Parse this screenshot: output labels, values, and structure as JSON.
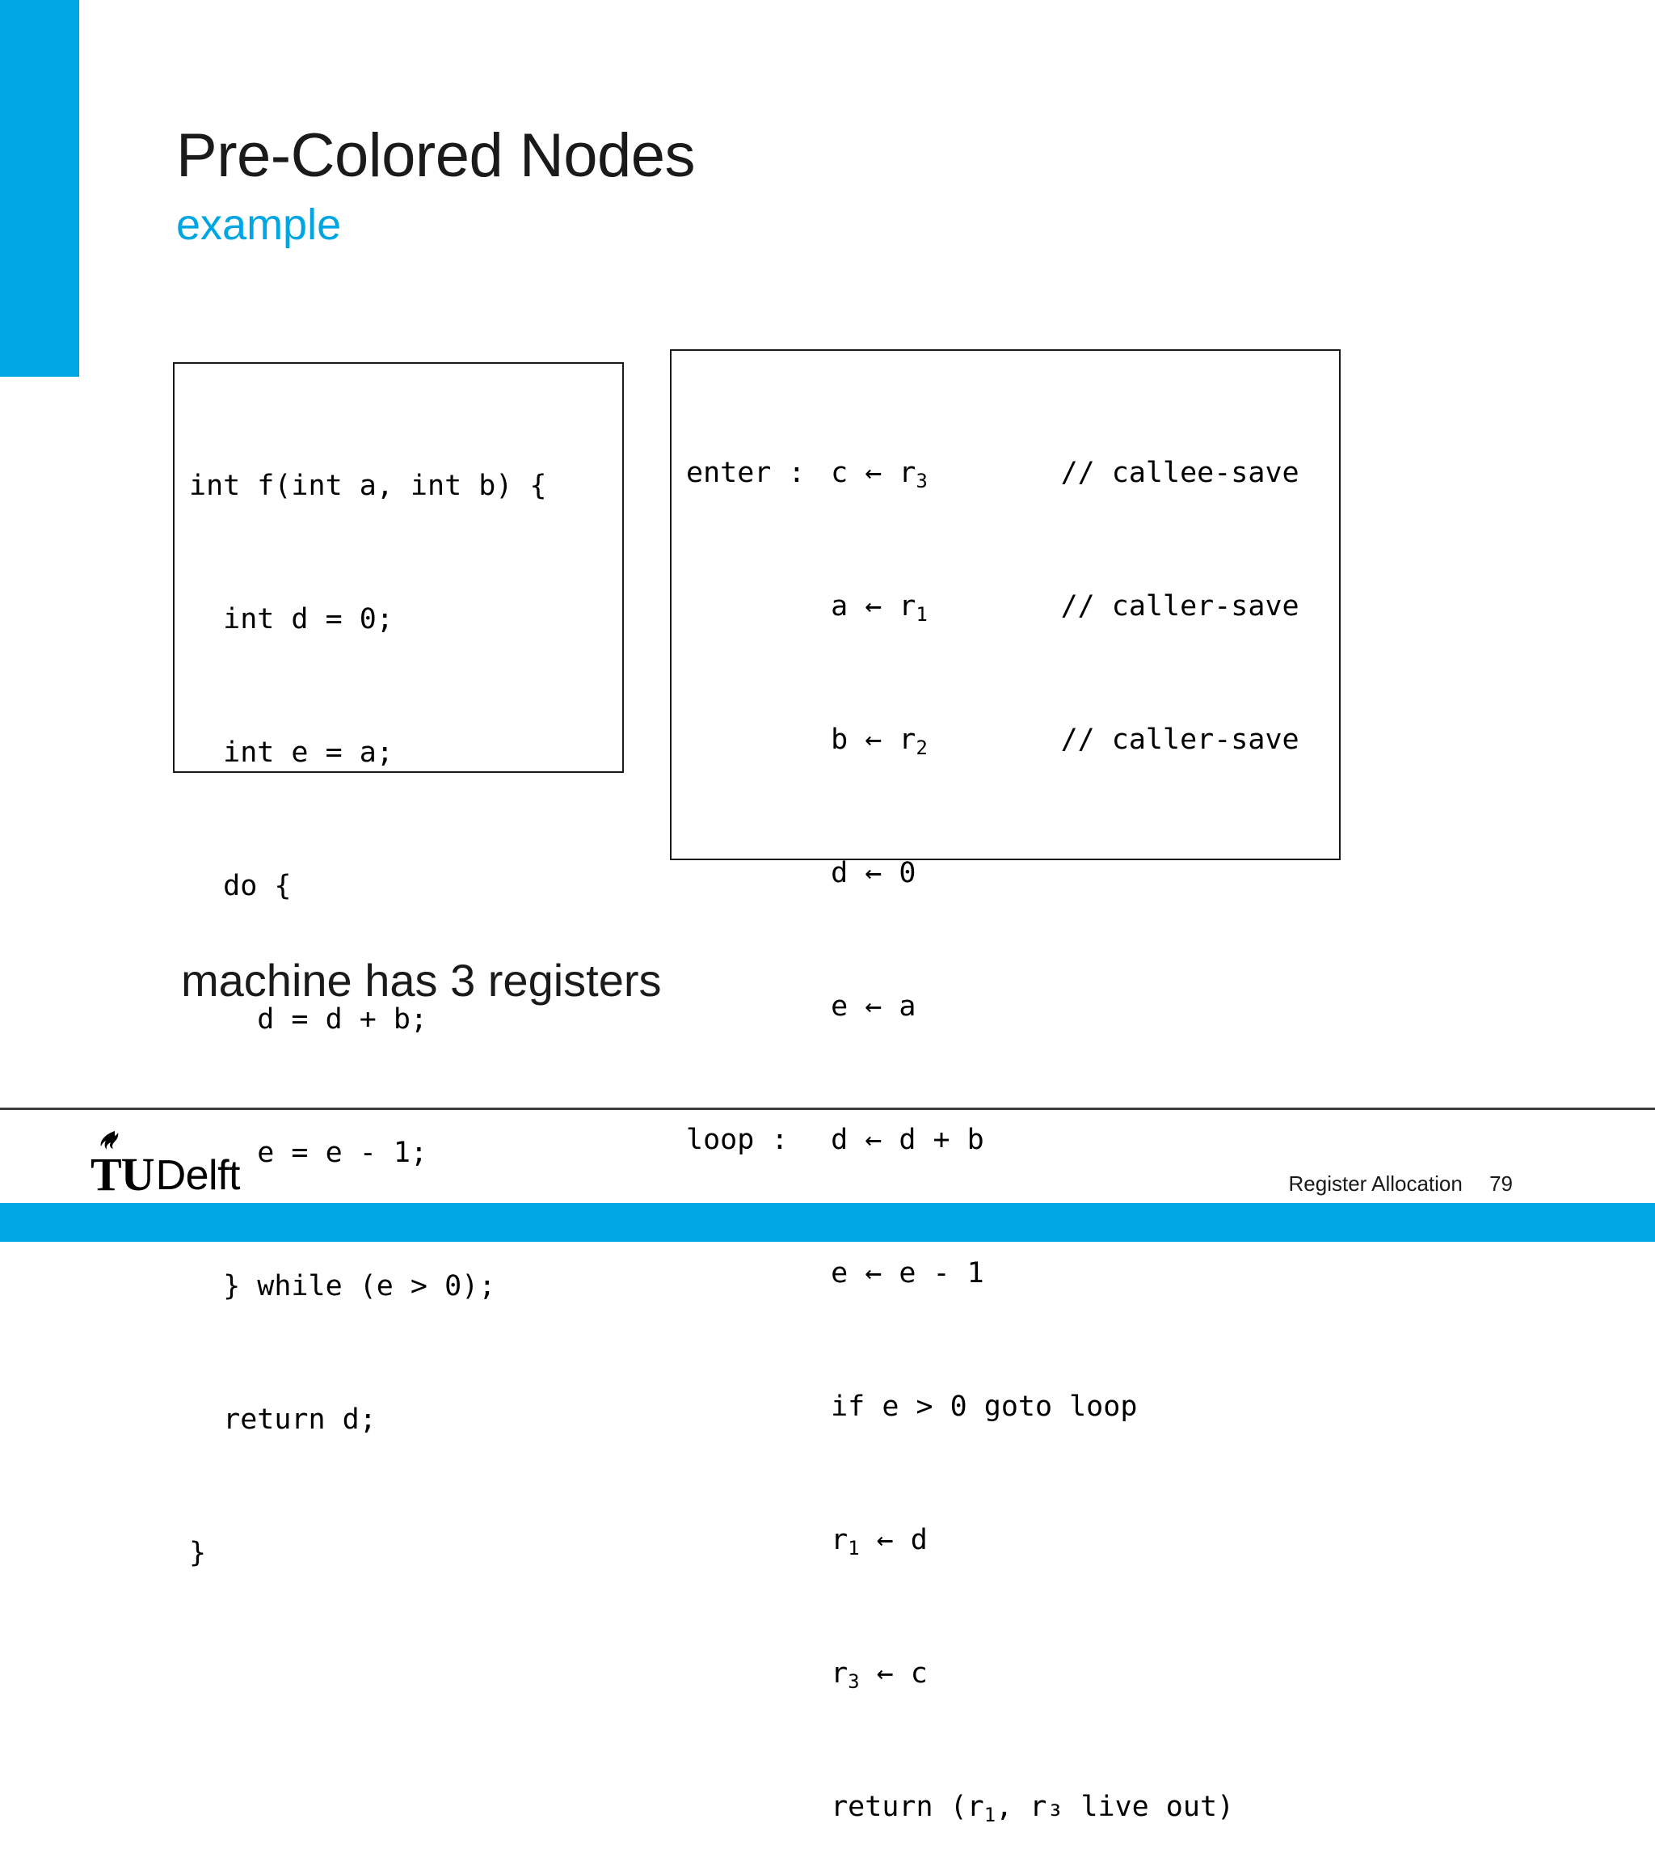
{
  "theme": {
    "accent": "#00A6E2",
    "text": "#1a1a1a",
    "box_border": "#1a1a1a"
  },
  "title": "Pre-Colored Nodes",
  "subtitle": "example",
  "source_code": {
    "lines": [
      "int f(int a, int b) {",
      "  int d = 0;",
      "  int e = a;",
      "  do {",
      "    d = d + b;",
      "    e = e - 1;",
      "  } while (e > 0);",
      "  return d;",
      "}"
    ]
  },
  "ir_code": {
    "lines": [
      {
        "label": "enter :",
        "stmt_pre": "c ← r",
        "stmt_sub": "3",
        "stmt_post": "",
        "comment": "// callee-save"
      },
      {
        "label": "",
        "stmt_pre": "a ← r",
        "stmt_sub": "1",
        "stmt_post": "",
        "comment": "// caller-save"
      },
      {
        "label": "",
        "stmt_pre": "b ← r",
        "stmt_sub": "2",
        "stmt_post": "",
        "comment": "// caller-save"
      },
      {
        "label": "",
        "stmt_pre": "d ← 0",
        "stmt_sub": "",
        "stmt_post": "",
        "comment": ""
      },
      {
        "label": "",
        "stmt_pre": "e ← a",
        "stmt_sub": "",
        "stmt_post": "",
        "comment": ""
      },
      {
        "label": "loop :",
        "stmt_pre": "d ← d + b",
        "stmt_sub": "",
        "stmt_post": "",
        "comment": ""
      },
      {
        "label": "",
        "stmt_pre": "e ← e - 1",
        "stmt_sub": "",
        "stmt_post": "",
        "comment": ""
      },
      {
        "label": "",
        "stmt_pre": "if e > 0 goto loop",
        "stmt_sub": "",
        "stmt_post": "",
        "comment": ""
      },
      {
        "label": "",
        "stmt_pre": "r",
        "stmt_sub": "1",
        "stmt_post": " ← d",
        "comment": ""
      },
      {
        "label": "",
        "stmt_pre": "r",
        "stmt_sub": "3",
        "stmt_post": " ← c",
        "comment": ""
      },
      {
        "label": "",
        "stmt_pre": "return (r",
        "stmt_sub": "1",
        "stmt_post": ", r₃ live out)",
        "comment": ""
      }
    ]
  },
  "caption": "machine has 3 registers",
  "footer": {
    "logo_tu": "TU",
    "logo_delft": "Delft",
    "section": "Register Allocation",
    "page_number": "79"
  }
}
